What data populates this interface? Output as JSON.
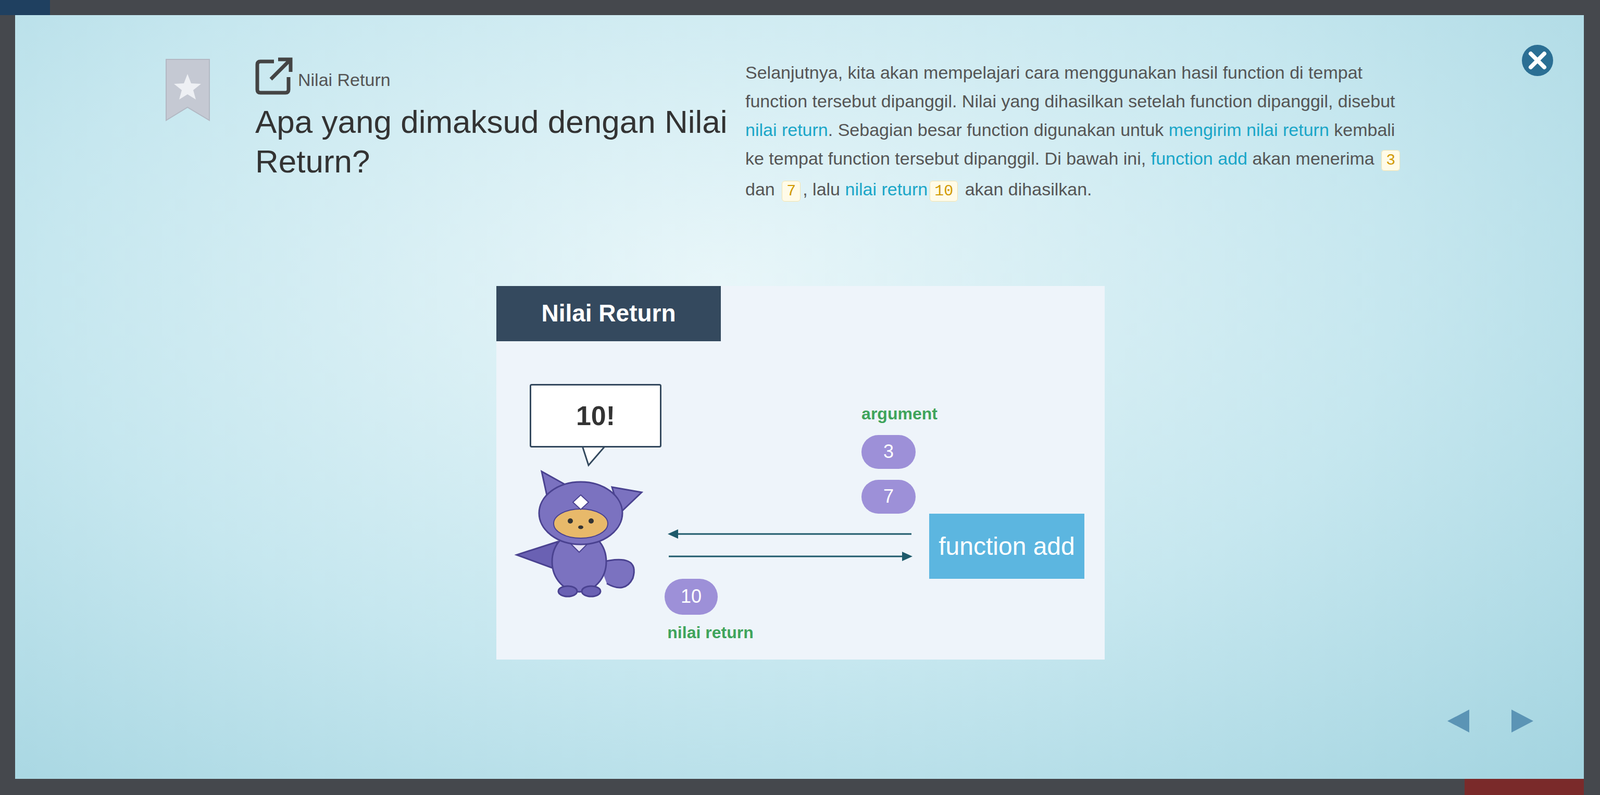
{
  "diagram": {
    "title": "Apa yang dimaksud dengan Nilai Return?",
    "nodes": [
      {
        "text": [
          "Nilai Return"
        ]
      },
      {
        "text": [
          "10!"
        ]
      },
      {
        "text": [
          "3"
        ]
      },
      {
        "text": [
          "7"
        ]
      },
      {
        "text": [
          "function add"
        ]
      },
      {
        "text": [
          "10"
        ]
      }
    ],
    "labels": [
      "Nilai Return",
      "Selanjutnya, kita akan mempelajari cara menggunakan hasil function di tempat function tersebut dipanggil. Nilai yang dihasilkan setelah function dipanggil, disebut ",
      "nilai return",
      ". Sebagian besar function digunakan untuk ",
      "mengirim nilai return",
      " kembali ke tempat function tersebut dipanggil. Di bawah ini, ",
      "function add",
      " akan menerima ",
      "3",
      " dan ",
      "7",
      ", lalu ",
      "nilai return",
      "10",
      " akan dihasilkan.",
      "argument",
      "nilai return"
    ]
  }
}
